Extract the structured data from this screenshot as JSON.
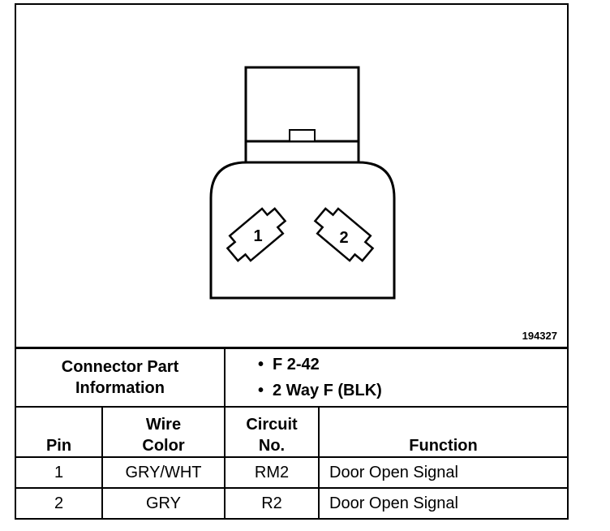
{
  "figure_number": "194327",
  "pins_drawn": [
    "1",
    "2"
  ],
  "info": {
    "label_line1": "Connector Part",
    "label_line2": "Information",
    "bullets": [
      "F 2-42",
      "2 Way F (BLK)"
    ],
    "bullet_glyph": "•"
  },
  "headers": {
    "pin": "Pin",
    "wire_color_1": "Wire",
    "wire_color_2": "Color",
    "circuit_1": "Circuit",
    "circuit_2": "No.",
    "function": "Function"
  },
  "rows": [
    {
      "pin": "1",
      "wire_color": "GRY/WHT",
      "circuit": "RM2",
      "function": "Door Open Signal"
    },
    {
      "pin": "2",
      "wire_color": "GRY",
      "circuit": "R2",
      "function": "Door Open Signal"
    }
  ]
}
